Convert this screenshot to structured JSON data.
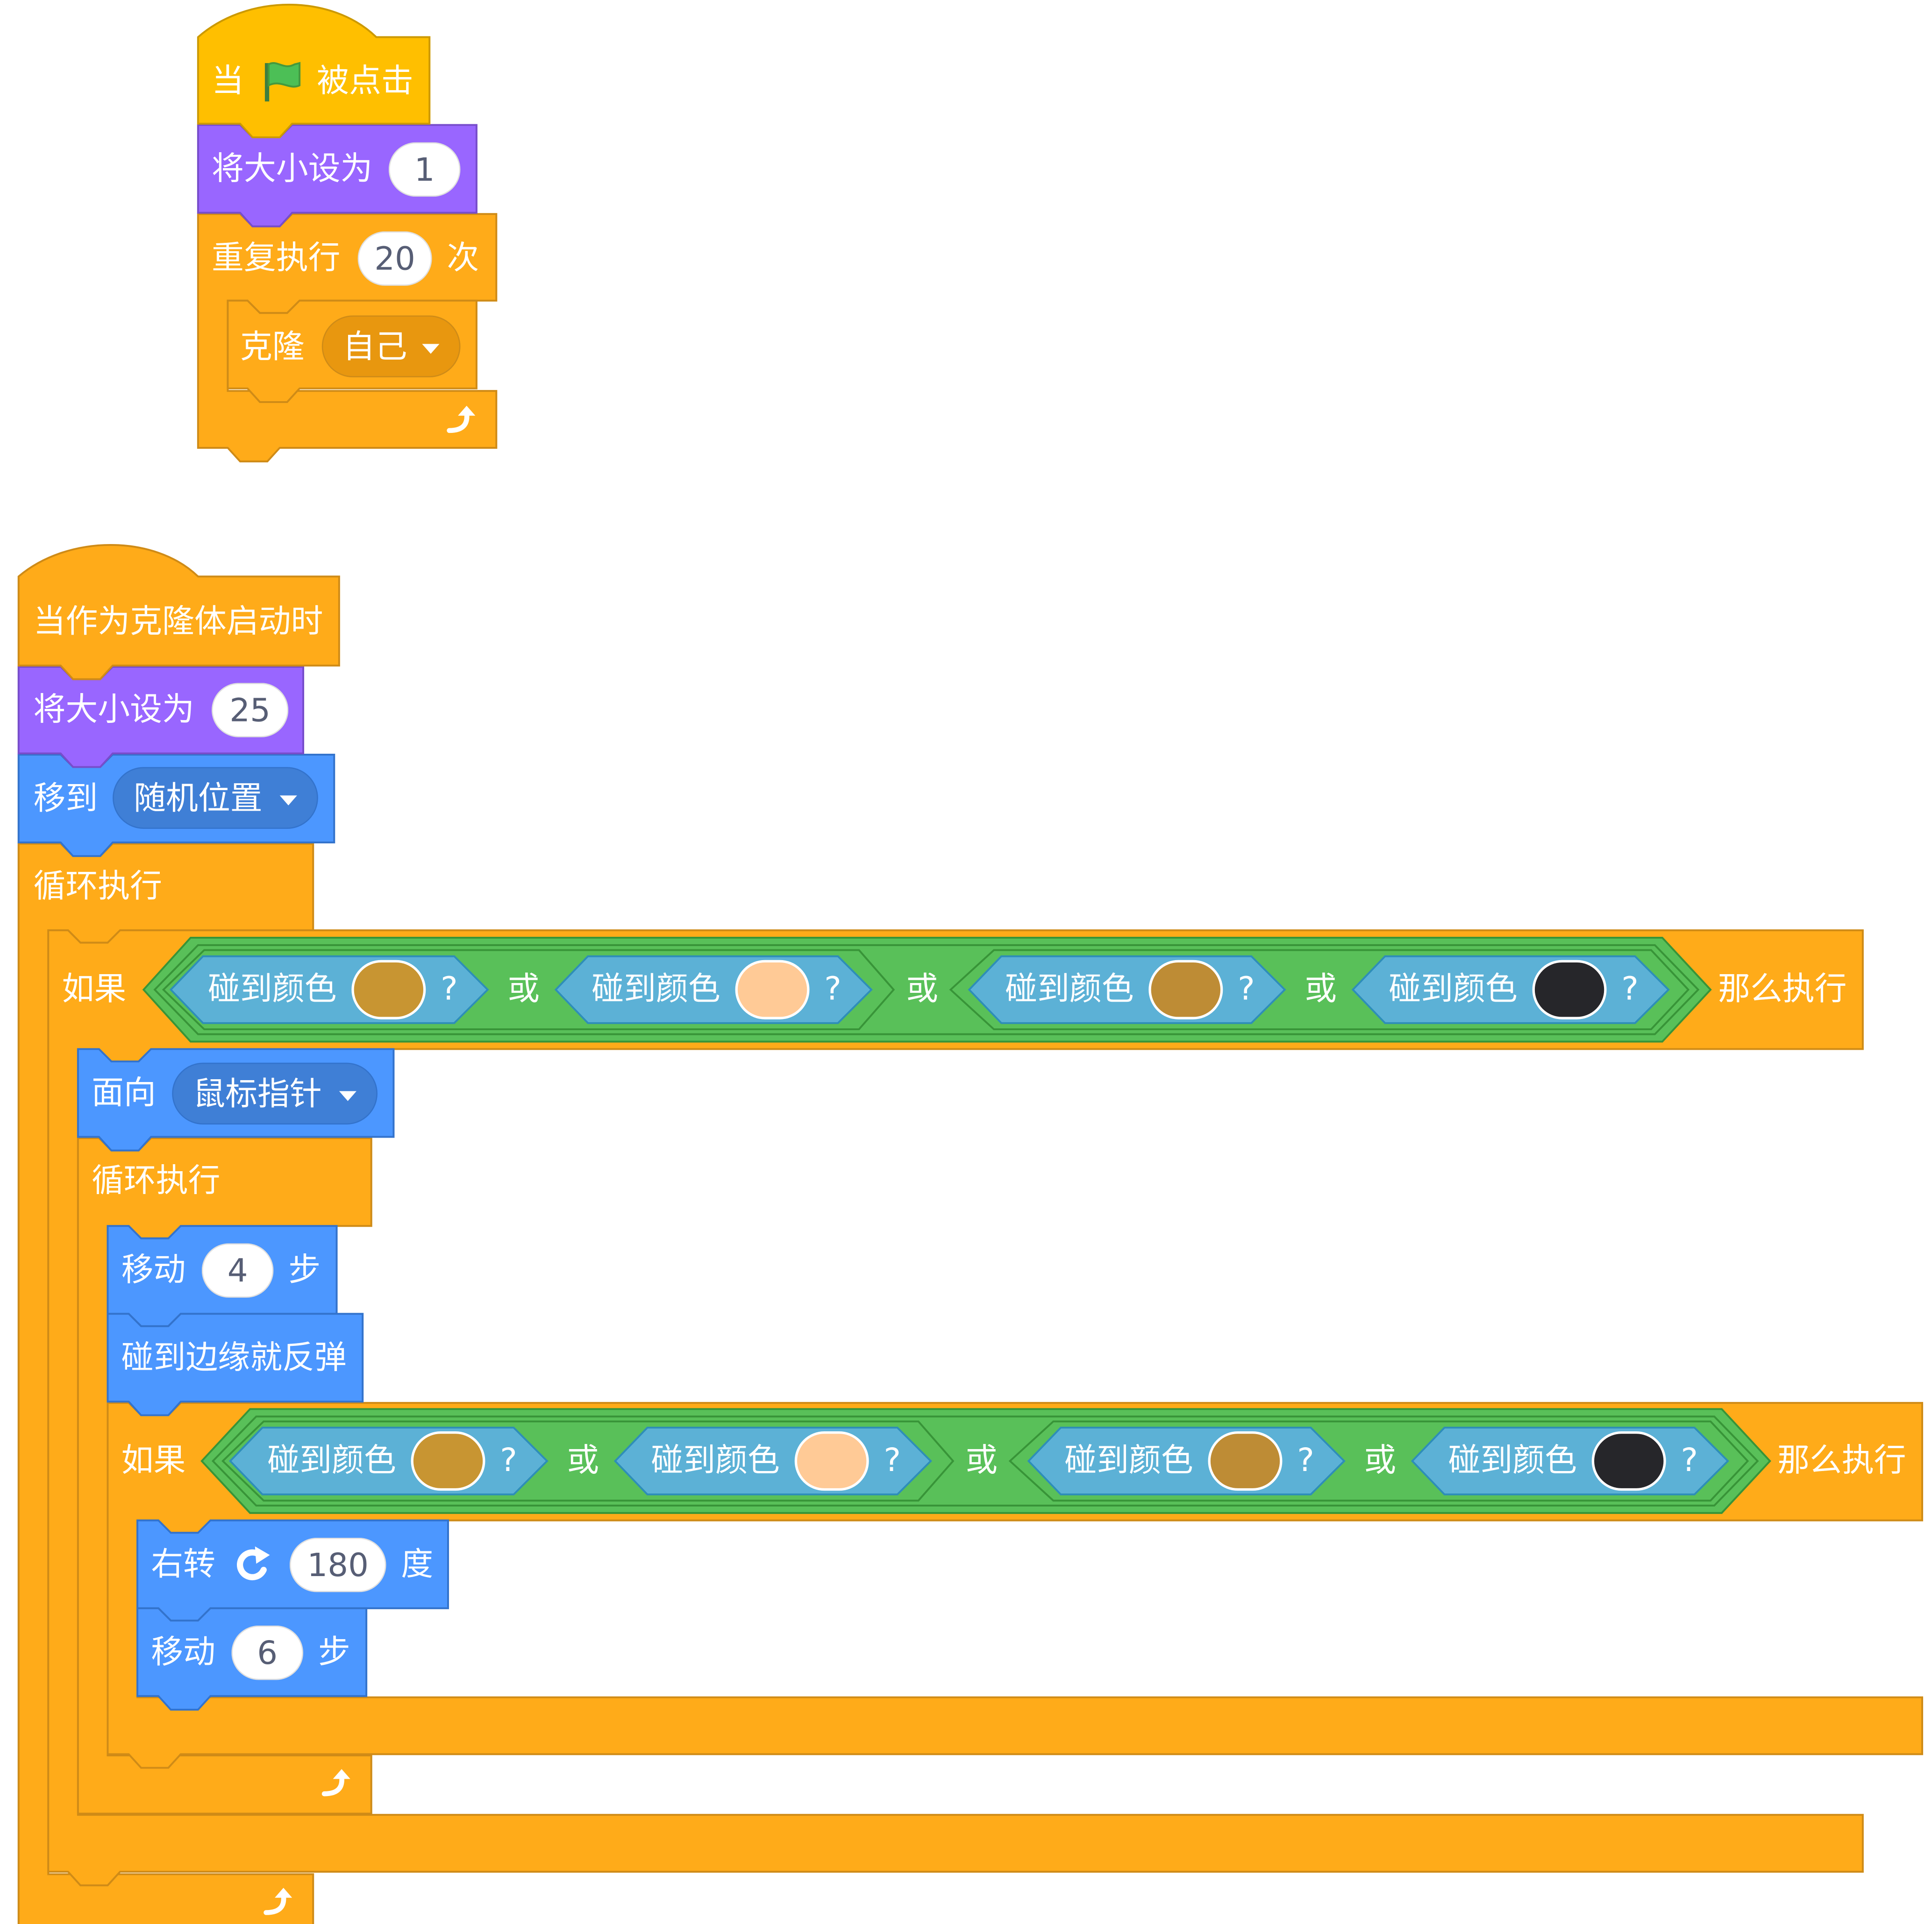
{
  "colors": {
    "control": "#FFAB19",
    "looks": "#9966FF",
    "motion": "#4C97FF",
    "sensing": "#5CB1D6",
    "operators": "#59C059",
    "swatch_brown": "#C89532",
    "swatch_peach": "#FFCA96",
    "swatch_black": "#26262A"
  },
  "script1": {
    "hat": {
      "label_when": "当",
      "label_clicked": "被点击",
      "icon": "green-flag-icon"
    },
    "set_size": {
      "label": "将大小设为",
      "value": "1"
    },
    "repeat": {
      "label": "重复执行",
      "value": "20",
      "label_times": "次",
      "loop_icon": "loop-arrow-icon"
    },
    "clone": {
      "label": "克隆",
      "option": "自己"
    }
  },
  "script2": {
    "hat": {
      "label": "当作为克隆体启动时"
    },
    "set_size": {
      "label": "将大小设为",
      "value": "25"
    },
    "goto": {
      "label": "移到",
      "option": "随机位置"
    },
    "forever": {
      "label": "循环执行"
    },
    "if1": {
      "label_if": "如果",
      "label_then": "那么执行",
      "or": "或",
      "touch": [
        "碰到颜色",
        "碰到颜色",
        "碰到颜色",
        "碰到颜色"
      ],
      "swatches": [
        "#C89532",
        "#FFCA96",
        "#BE8C35",
        "#26262A"
      ],
      "q": "?"
    },
    "point_towards": {
      "label": "面向",
      "option": "鼠标指针"
    },
    "forever_inner": {
      "label": "循环执行"
    },
    "move1": {
      "label": "移动",
      "value": "4",
      "label_steps": "步"
    },
    "bounce": {
      "label": "碰到边缘就反弹"
    },
    "if2": {
      "label_if": "如果",
      "label_then": "那么执行",
      "or": "或",
      "touch": [
        "碰到颜色",
        "碰到颜色",
        "碰到颜色",
        "碰到颜色"
      ],
      "swatches": [
        "#C89532",
        "#FFCA96",
        "#BE8C35",
        "#26262A"
      ],
      "q": "?"
    },
    "turn": {
      "label": "右转",
      "value": "180",
      "label_degrees": "度",
      "icon": "rotate-right-icon"
    },
    "move2": {
      "label": "移动",
      "value": "6",
      "label_steps": "步"
    }
  }
}
